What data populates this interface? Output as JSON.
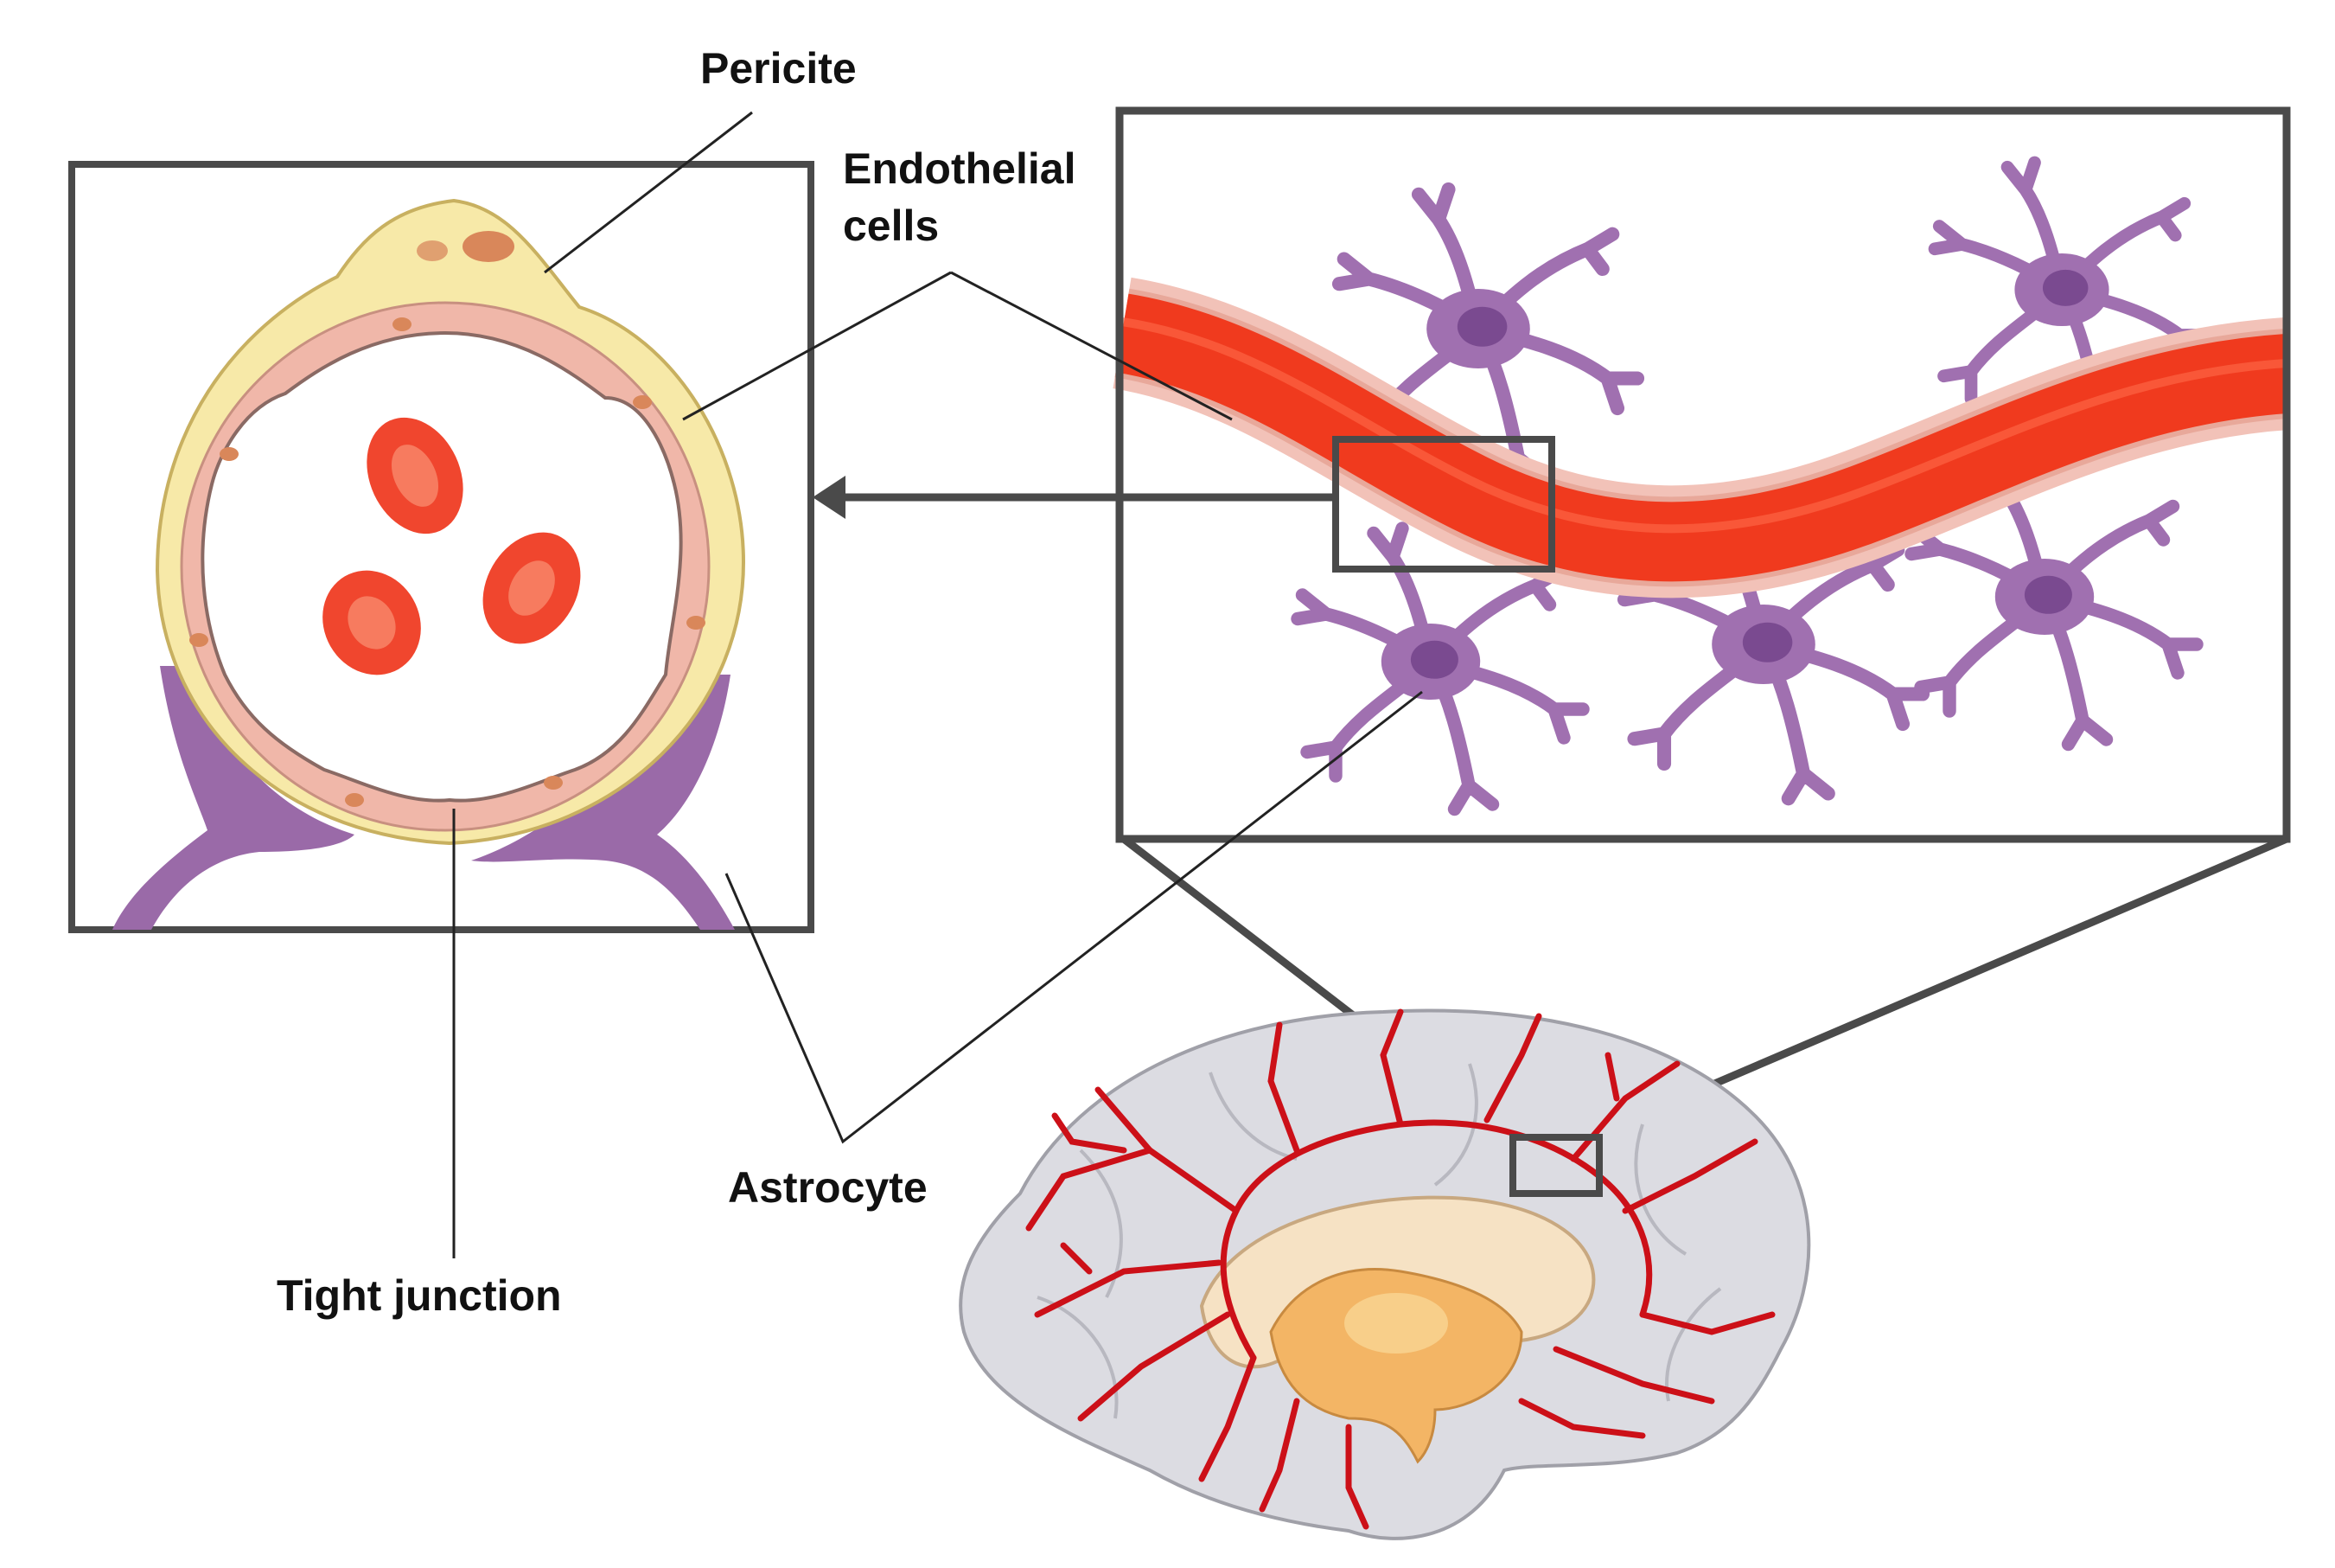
{
  "labels": {
    "pericite": "Pericite",
    "endothelial_cells": "Endothelial\ncells",
    "astrocyte": "Astrocyte",
    "tight_junction": "Tight junction"
  },
  "colors": {
    "frame": "#4a4a4a",
    "blood": "#f03a1e",
    "blood_cell": "#f0462e",
    "vessel_wall": "#f2c2b8",
    "endothelium": "#f0b7a9",
    "basement_membrane": "#f7e9a8",
    "pericyte": "#f6eaa0",
    "nucleus": "#d9875a",
    "astrocyte": "#a070b0",
    "astrocyte_nucleus": "#7a4a90",
    "brain": "#dcdce2",
    "brain_vessels": "#cc1018",
    "corpus_callosum": "#f6e2c4",
    "thalamus": "#f3b565"
  }
}
